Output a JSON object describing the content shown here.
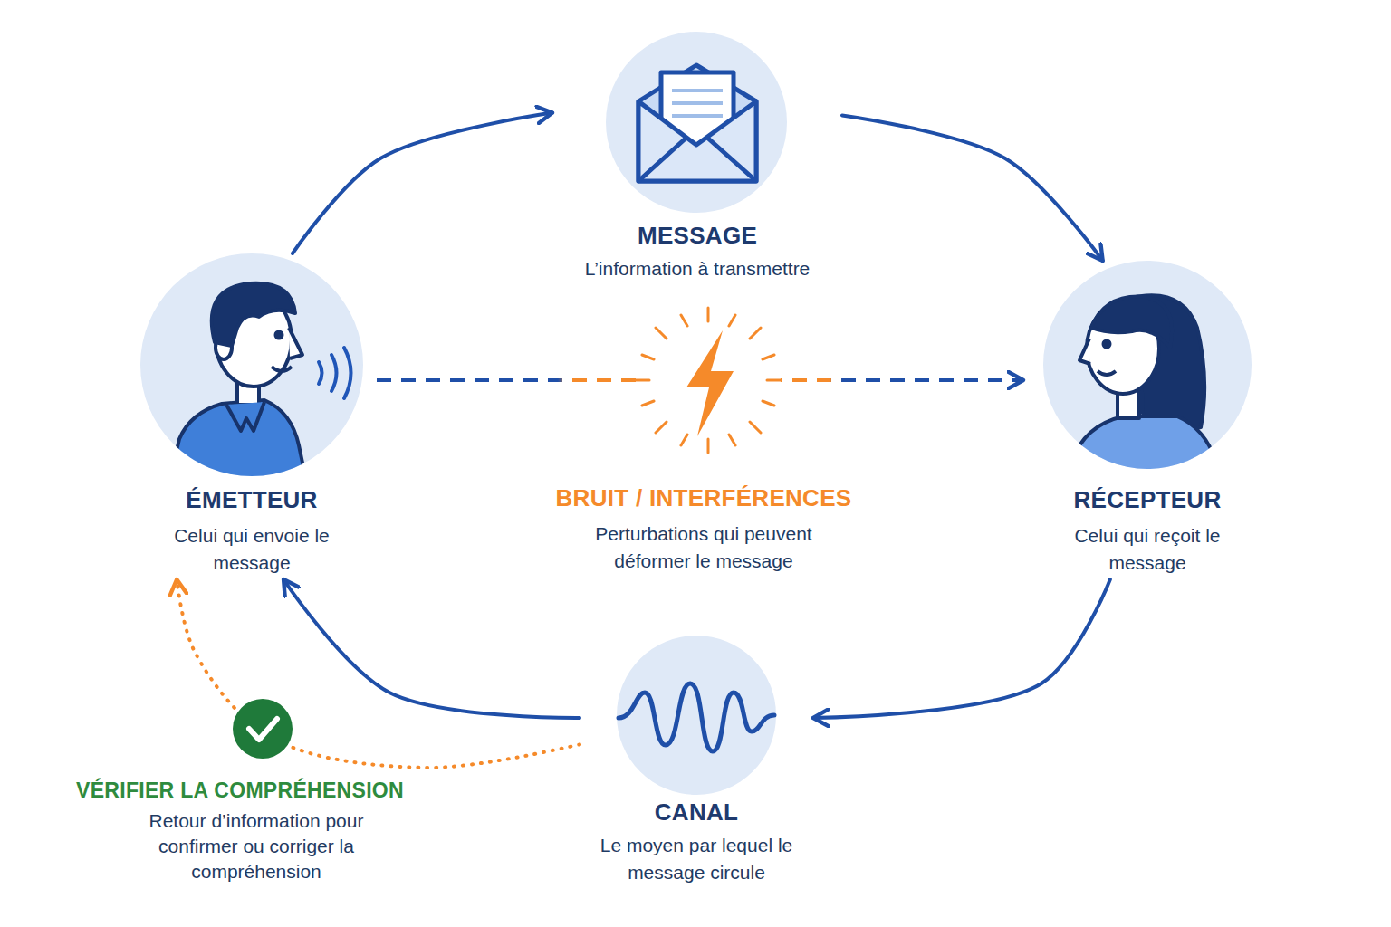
{
  "diagram": {
    "nodes": [
      {
        "text": [
          "MESSAGE",
          "L’information à transmettre"
        ]
      },
      {
        "text": [
          "ÉMETTEUR",
          "Celui qui envoie le message"
        ]
      },
      {
        "text": [
          "RÉCEPTEUR",
          "Celui qui reçoit le message"
        ]
      },
      {
        "text": [
          "CANAL",
          "Le moyen par lequel le message circule"
        ]
      }
    ],
    "edges": [
      {
        "from": 1,
        "to": 0,
        "arrow": "to"
      },
      {
        "from": 0,
        "to": 2,
        "arrow": "to"
      },
      {
        "from": 2,
        "to": 3,
        "arrow": "to"
      },
      {
        "from": 3,
        "to": 1,
        "arrow": "to"
      },
      {
        "from": 1,
        "to": 2,
        "arrow": "to"
      },
      {
        "from": 3,
        "to": 1,
        "arrow": "to"
      }
    ],
    "labels": [
      "BRUIT / INTERFÉRENCES",
      "Perturbations qui peuvent déformer le message",
      "VÉRIFIER LA COMPRÉHENSION",
      "Retour d’information pour confirmer ou corriger la compréhension"
    ]
  }
}
